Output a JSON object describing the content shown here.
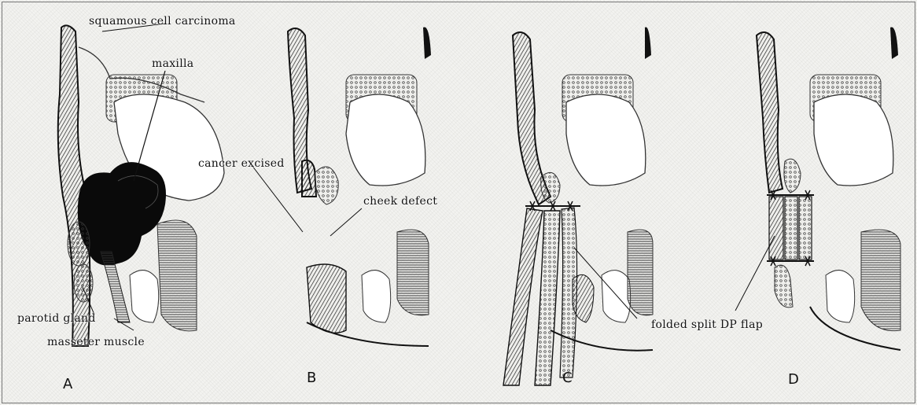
{
  "panels": {
    "a": {
      "letter": "A"
    },
    "b": {
      "letter": "B"
    },
    "c": {
      "letter": "C"
    },
    "d": {
      "letter": "D"
    }
  },
  "annotations": {
    "squamous": "squamous cell carcinoma",
    "maxilla": "maxilla",
    "parotid": "parotid gland",
    "masseter": "masseter muscle",
    "cancer_excised": "cancer excised",
    "cheek_defect": "cheek defect",
    "folded_flap": "folded split DP flap"
  },
  "colors": {
    "ink": "#111111",
    "paper": "#f3f3f0",
    "tumor": "#0a0a0a"
  }
}
